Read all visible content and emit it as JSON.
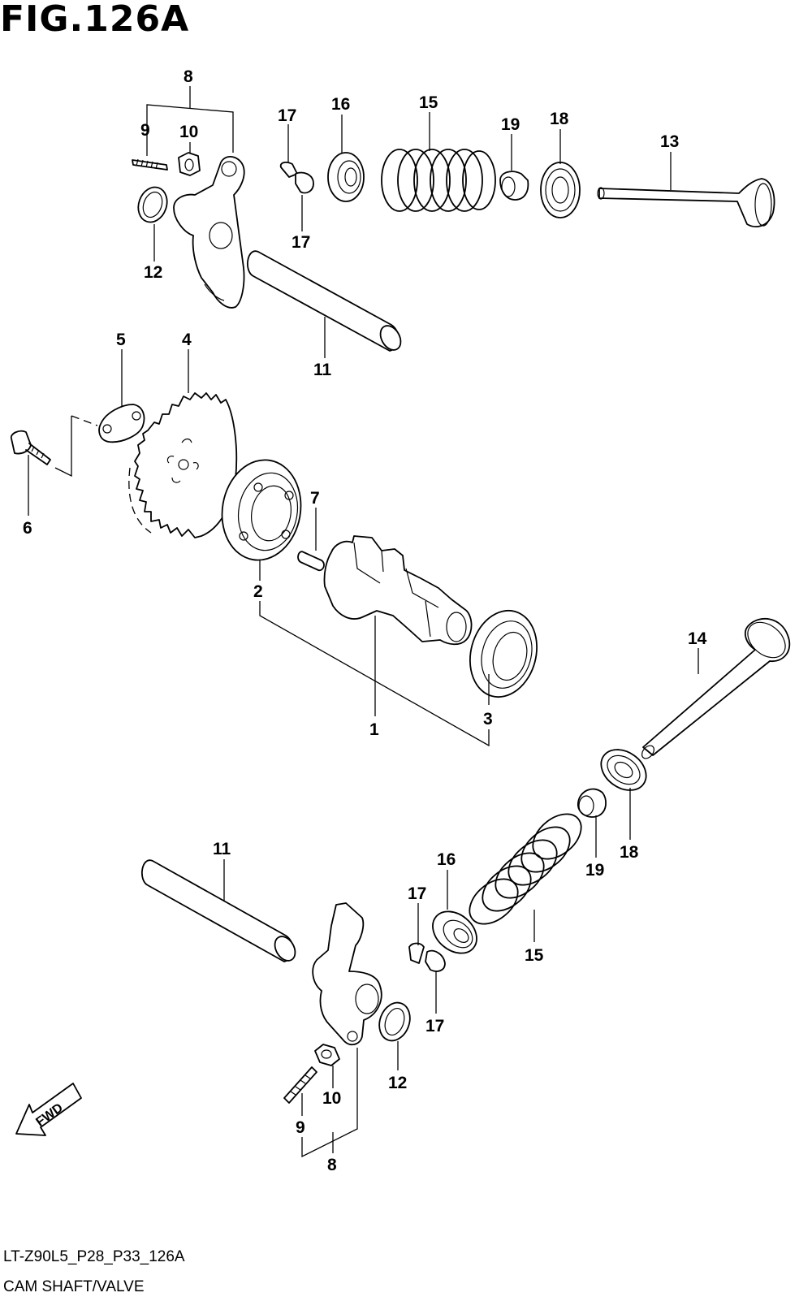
{
  "figure": {
    "title": "FIG.126A",
    "code": "LT-Z90L5_P28_P33_126A",
    "caption": "CAM SHAFT/VALVE",
    "fwd_label": "FWD"
  },
  "callouts": [
    {
      "id": "c8-top",
      "label": "8"
    },
    {
      "id": "c9-top",
      "label": "9"
    },
    {
      "id": "c10-top",
      "label": "10"
    },
    {
      "id": "c12-top",
      "label": "12"
    },
    {
      "id": "c17-top-a",
      "label": "17"
    },
    {
      "id": "c17-top-b",
      "label": "17"
    },
    {
      "id": "c16-top",
      "label": "16"
    },
    {
      "id": "c15-top",
      "label": "15"
    },
    {
      "id": "c19-top",
      "label": "19"
    },
    {
      "id": "c18-top",
      "label": "18"
    },
    {
      "id": "c13",
      "label": "13"
    },
    {
      "id": "c11-top",
      "label": "11"
    },
    {
      "id": "c5",
      "label": "5"
    },
    {
      "id": "c4",
      "label": "4"
    },
    {
      "id": "c6",
      "label": "6"
    },
    {
      "id": "c7",
      "label": "7"
    },
    {
      "id": "c2",
      "label": "2"
    },
    {
      "id": "c1",
      "label": "1"
    },
    {
      "id": "c3",
      "label": "3"
    },
    {
      "id": "c14",
      "label": "14"
    },
    {
      "id": "c18-bot",
      "label": "18"
    },
    {
      "id": "c19-bot",
      "label": "19"
    },
    {
      "id": "c16-bot",
      "label": "16"
    },
    {
      "id": "c15-bot",
      "label": "15"
    },
    {
      "id": "c17-bot-a",
      "label": "17"
    },
    {
      "id": "c17-bot-b",
      "label": "17"
    },
    {
      "id": "c11-bot",
      "label": "11"
    },
    {
      "id": "c12-bot",
      "label": "12"
    },
    {
      "id": "c10-bot",
      "label": "10"
    },
    {
      "id": "c9-bot",
      "label": "9"
    },
    {
      "id": "c8-bot",
      "label": "8"
    }
  ]
}
